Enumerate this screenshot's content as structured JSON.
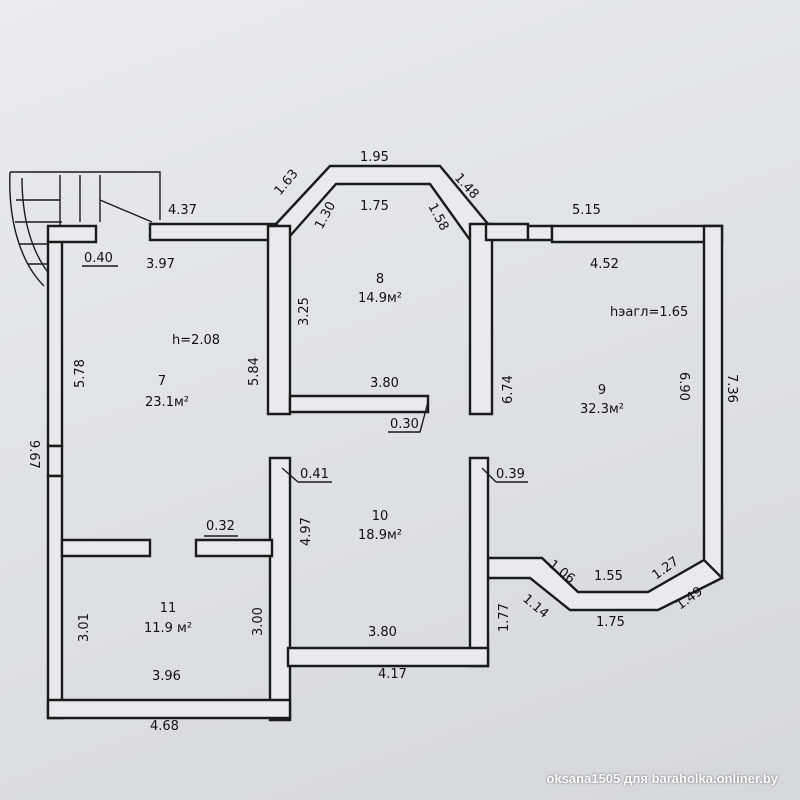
{
  "rooms": [
    {
      "id": "7",
      "area": "23.1м²"
    },
    {
      "id": "8",
      "area": "14.9м²"
    },
    {
      "id": "9",
      "area": "32.3м²"
    },
    {
      "id": "10",
      "area": "18.9м²"
    },
    {
      "id": "11",
      "area": "11.9 м²"
    }
  ],
  "heights": {
    "room7": "h=2.08",
    "room9": "hэагл=1.65"
  },
  "dimensions": {
    "top_8": "1.95",
    "diag_left_out": "1.63",
    "diag_right_out": "1.48",
    "inner_8_top": "1.75",
    "inner_8_left": "1.30",
    "inner_8_right": "1.58",
    "stair_side": "4.37",
    "right_top": "5.15",
    "r7_top": "3.97",
    "r7_stub": "0.40",
    "r9_top": "4.52",
    "r8_height": "3.25",
    "r7_left": "5.78",
    "r7_right": "5.84",
    "r8_bottom": "3.80",
    "r8_stub": "0.30",
    "r9_left": "6.74",
    "r9_right": "6.90",
    "outer_right": "7.36",
    "outer_left": "9.67",
    "r10_stub_left": "0.41",
    "r10_stub_right": "0.39",
    "r11_stub": "0.32",
    "r10_left": "4.97",
    "bay_left_in": "1.06",
    "bay_mid_in": "1.55",
    "bay_right_in": "1.27",
    "bay_left_out": "1.14",
    "bay_right_out": "1.49",
    "bay_mid_out": "1.75",
    "r10_out_right": "1.77",
    "r11_left": "3.01",
    "r11_right": "3.00",
    "r10_bottom": "3.80",
    "r11_bottom": "3.96",
    "bottom_right_out": "4.17",
    "bottom_left_out": "4.68"
  },
  "watermark": "oksana1505 для baraholka.onliner.by"
}
